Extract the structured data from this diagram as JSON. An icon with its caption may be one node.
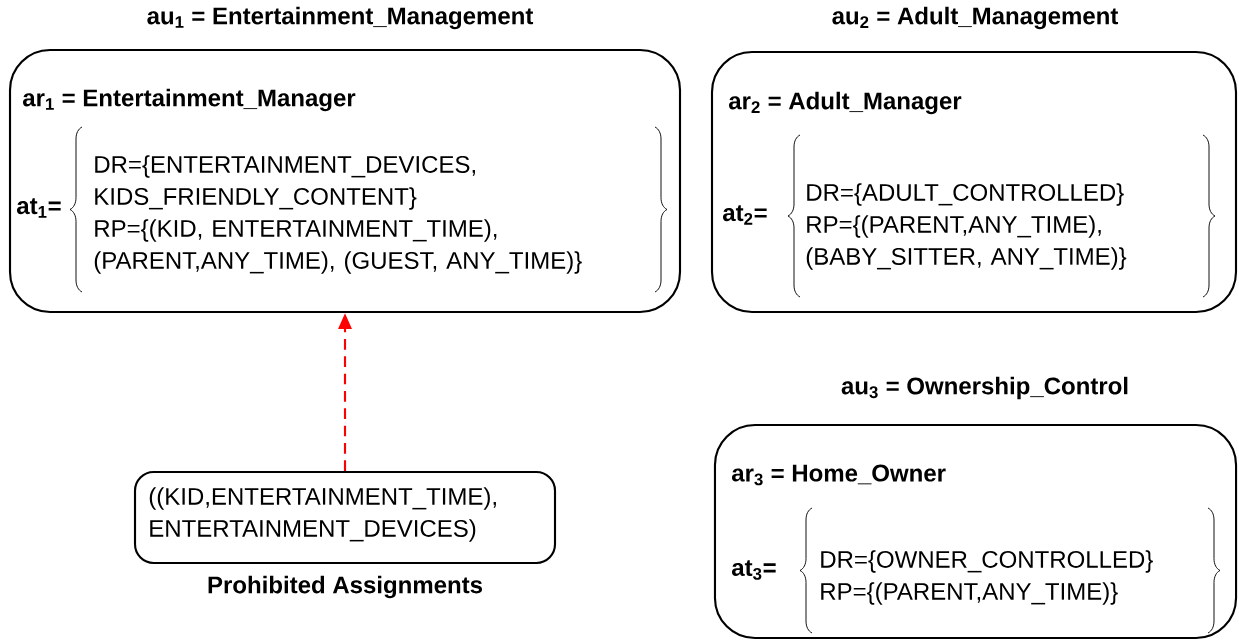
{
  "diagram": {
    "nodes": [
      {
        "text": [
          "au$_{1}$ = Entertainment_Management",
          "ar$_{1}$ = Entertainment_Manager",
          "at$_{1}$=",
          "DR={ENTERTAINMENT_DEVICES, KIDS_FRIENDLY_CONTENT}",
          "RP={(KID, ENTERTAINMENT_TIME), (PARENT,ANY_TIME), (GUEST, ANY_TIME)}"
        ]
      },
      {
        "text": [
          "au$_{2}$ = Adult_Management",
          "ar$_{2}$ = Adult_Manager",
          "at$_{2}$=",
          "DR={ADULT_CONTROLLED}",
          "RP={(PARENT,ANY_TIME), (BABY_SITTER, ANY_TIME)}"
        ]
      },
      {
        "text": [
          "au$_{3}$ = Ownership_Control",
          "ar$_{3}$ = Home_Owner",
          "at$_{3}$=",
          "DR={OWNER_CONTROLLED}",
          "RP={(PARENT,ANY_TIME)}"
        ]
      },
      {
        "text": [
          "((KID,ENTERTAINMENT_TIME), ENTERTAINMENT_DEVICES)"
        ],
        "beside": [
          "Prohibited Assignments"
        ]
      }
    ],
    "edges": [
      {
        "from": 3,
        "to": 0,
        "arrow": "to",
        "style": "dashed",
        "color": "#ff0000"
      }
    ]
  }
}
